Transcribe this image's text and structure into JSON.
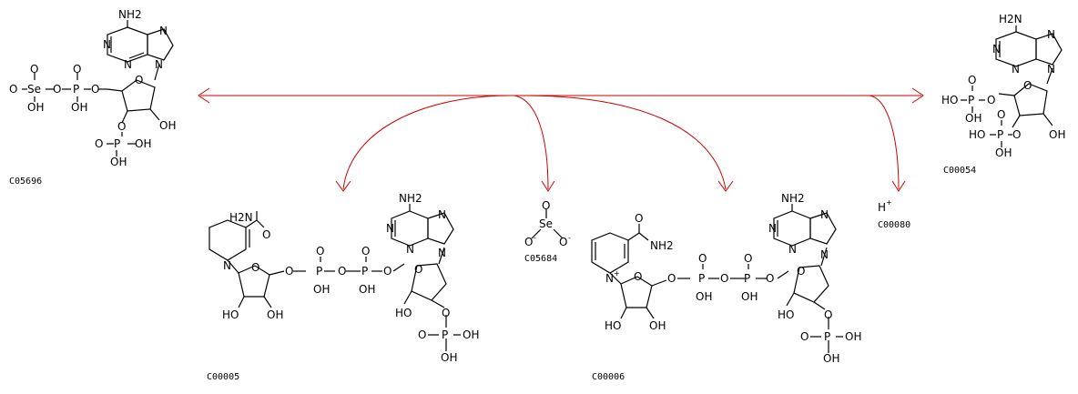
{
  "colors": {
    "arrow": "#cc0000",
    "structure": "#000000",
    "background": "#ffffff"
  },
  "compounds": {
    "c05696": {
      "id": "C05696"
    },
    "c00054": {
      "id": "C00054"
    },
    "c00005": {
      "id": "C00005"
    },
    "c05684": {
      "id": "C05684"
    },
    "c00006": {
      "id": "C00006"
    },
    "c00080": {
      "id": "C00080",
      "formula": "H",
      "charge": "+"
    }
  },
  "atoms": {
    "nh2": "NH2",
    "h2n": "H2N",
    "n": "N",
    "o": "O",
    "p": "P",
    "se": "Se",
    "oh": "OH",
    "ho": "HO",
    "hop": "HO",
    "minus": "-",
    "plus": "+"
  }
}
